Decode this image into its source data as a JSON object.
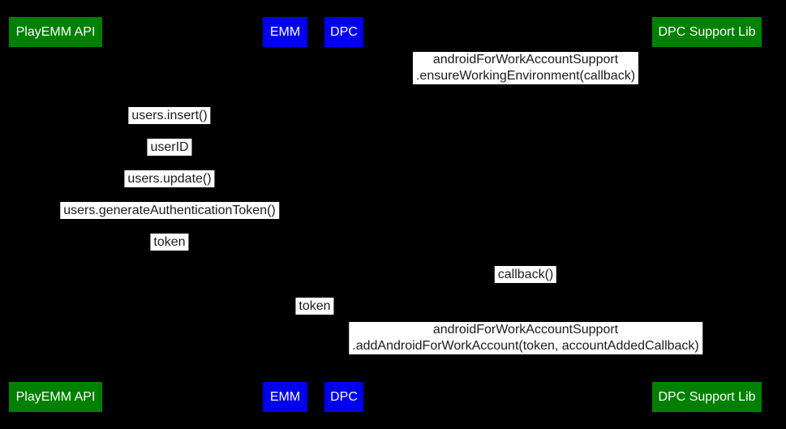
{
  "diagram": {
    "type": "sequence-diagram",
    "background_color": "#000000",
    "actor_colors": {
      "green": "#008000",
      "blue": "#0000ee"
    },
    "label_bg_color": "#ffffff",
    "label_text_color": "#1c1c1c",
    "actor_text_color": "#ffffff"
  },
  "actors": {
    "playemm": "PlayEMM API",
    "emm": "EMM",
    "dpc": "DPC",
    "dpclib": "DPC Support Lib"
  },
  "messages": {
    "ensure_env": {
      "line1": "androidForWorkAccountSupport",
      "line2": ".ensureWorkingEnvironment(callback)"
    },
    "users_insert": "users.insert()",
    "user_id": "userID",
    "users_update": "users.update()",
    "users_generate_token": "users.generateAuthenticationToken()",
    "token_return": "token",
    "callback": "callback()",
    "token_forward": "token",
    "add_account": {
      "line1": "androidForWorkAccountSupport",
      "line2": ".addAndroidForWorkAccount(token, accountAddedCallback)"
    }
  }
}
